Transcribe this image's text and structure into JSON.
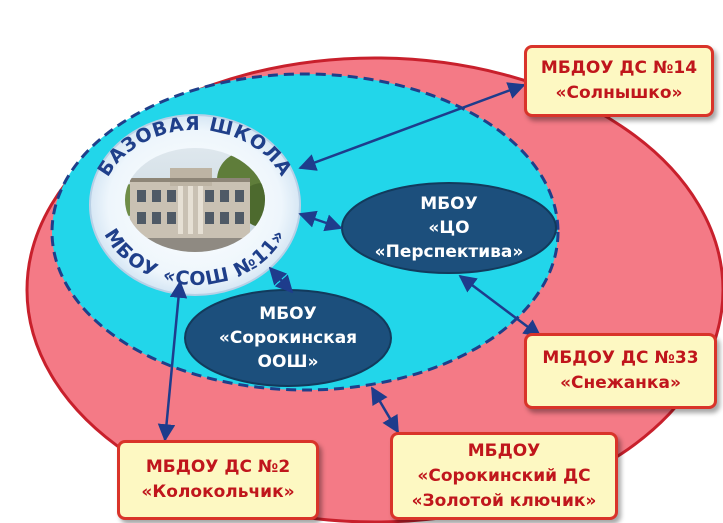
{
  "colors": {
    "outer_fill": "#f47a86",
    "outer_stroke": "#c8202c",
    "inner_fill": "#22d6ea",
    "inner_stroke": "#1f3f8a",
    "node_fill": "#1c4f7c",
    "box_fill": "#fdf8c2",
    "box_stroke": "#d9342a",
    "box_text": "#c0161c",
    "arrow": "#1e3c8c",
    "ring_text": "#1f3f8a"
  },
  "base_school": {
    "top_label": "БАЗОВАЯ ШКОЛА",
    "bottom_label": "МБОУ «СОШ №11»",
    "photo_icon": "school-building-icon"
  },
  "nodes": {
    "perspektiva": {
      "lines": [
        "МБОУ",
        "«ЦО",
        "«Перспектива»"
      ]
    },
    "sorokinskaya": {
      "lines": [
        "МБОУ",
        "«Сорокинская",
        "ООШ»"
      ]
    }
  },
  "boxes": {
    "ds14": {
      "lines": [
        "МБДОУ ДС №14",
        "«Солнышко»"
      ]
    },
    "ds33": {
      "lines": [
        "МБДОУ ДС №33",
        "«Снежанка»"
      ]
    },
    "ds2": {
      "lines": [
        "МБДОУ ДС №2",
        "«Колокольчик»"
      ]
    },
    "sorokinsky_ds": {
      "lines": [
        "МБДОУ",
        "«Сорокинский ДС",
        "«Золотой ключик»"
      ]
    }
  }
}
